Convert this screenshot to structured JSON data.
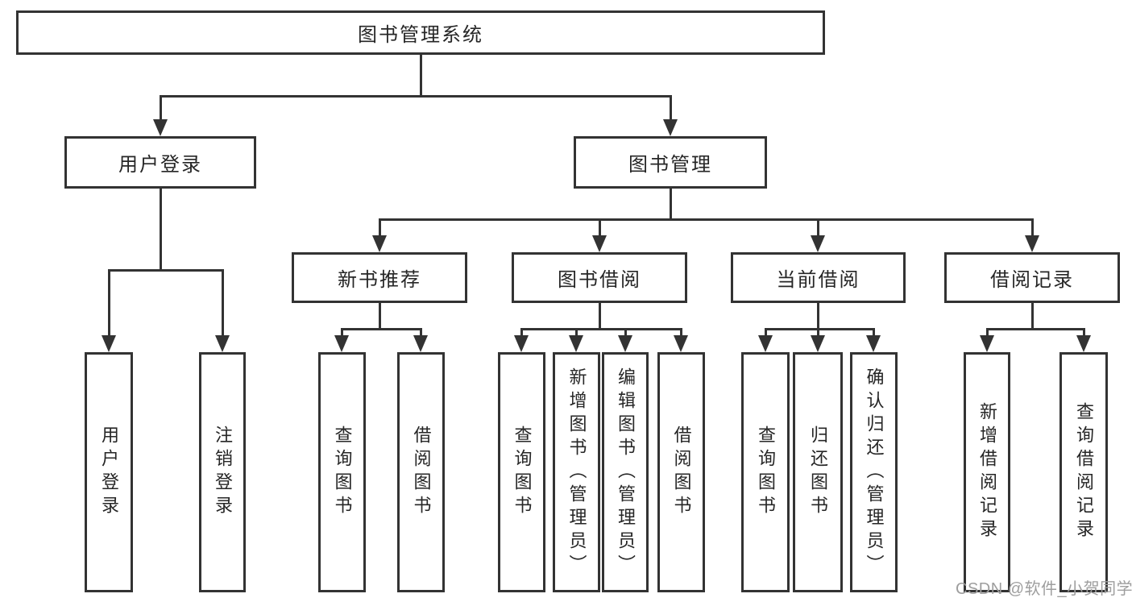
{
  "diagram": {
    "root": {
      "label": "图书管理系统"
    },
    "branches": [
      {
        "label": "用户登录",
        "leaves": [
          {
            "label": "用户登录"
          },
          {
            "label": "注销登录"
          }
        ]
      },
      {
        "label": "图书管理",
        "groups": [
          {
            "label": "新书推荐",
            "leaves": [
              {
                "label": "查询图书"
              },
              {
                "label": "借阅图书"
              }
            ]
          },
          {
            "label": "图书借阅",
            "leaves": [
              {
                "label": "查询图书"
              },
              {
                "label": "新增图书（管理员）"
              },
              {
                "label": "编辑图书（管理员）"
              },
              {
                "label": "借阅图书"
              }
            ]
          },
          {
            "label": "当前借阅",
            "leaves": [
              {
                "label": "查询图书"
              },
              {
                "label": "归还图书"
              },
              {
                "label": "确认归还（管理员）"
              }
            ]
          },
          {
            "label": "借阅记录",
            "leaves": [
              {
                "label": "新增借阅记录"
              },
              {
                "label": "查询借阅记录"
              }
            ]
          }
        ]
      }
    ]
  },
  "watermark": {
    "text": "CSDN @软件_小贺同学"
  },
  "colors": {
    "line": "#333333",
    "border": "#333333",
    "text": "#262626",
    "watermark": "#9e9e9e",
    "background": "#ffffff"
  }
}
